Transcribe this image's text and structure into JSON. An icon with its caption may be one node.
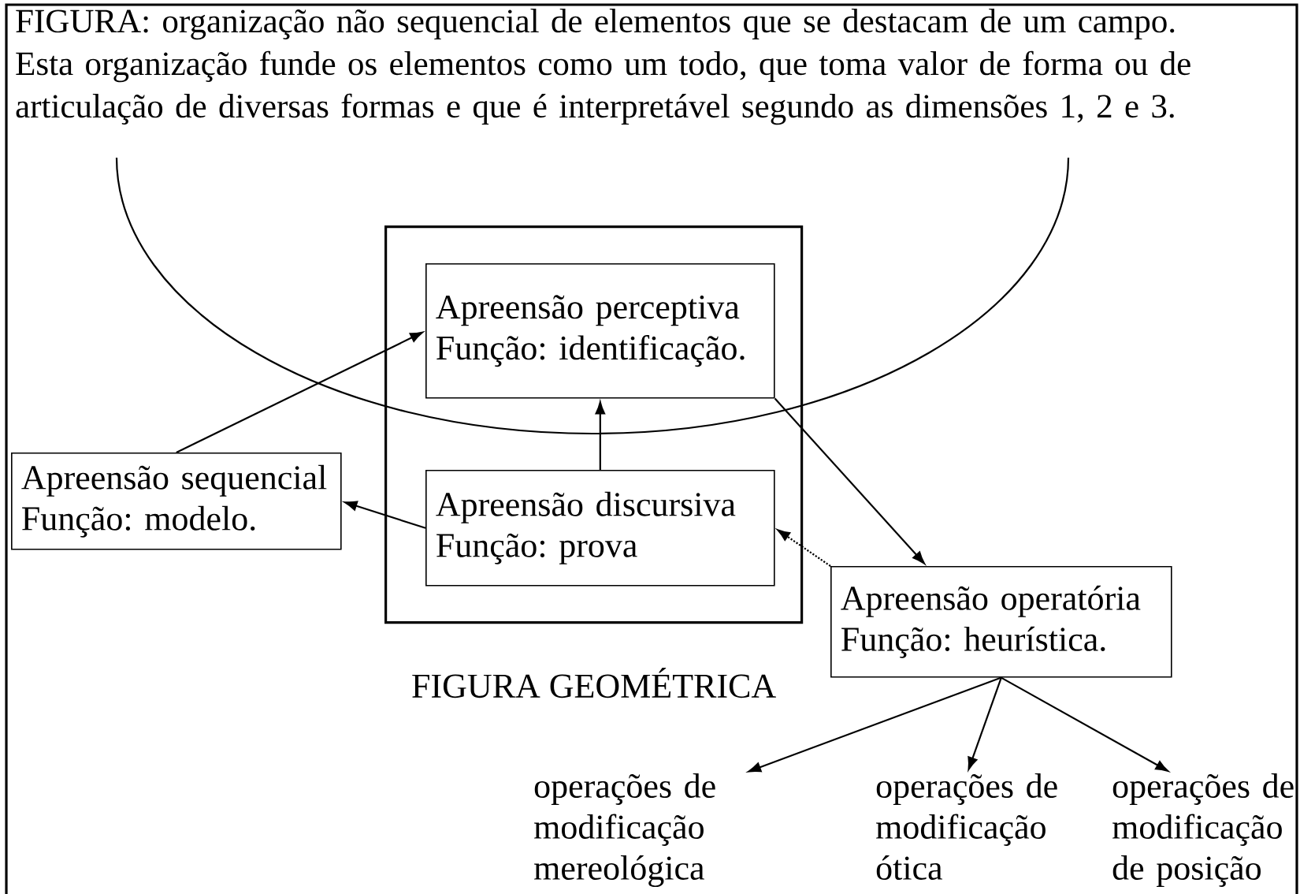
{
  "diagram": {
    "nodes": [
      {
        "text": [
          "FIGURA GEOMÉTRICA"
        ]
      },
      {
        "text": [
          "Apreensão perceptiva",
          "Função: identificação."
        ],
        "in": 0
      },
      {
        "text": [
          "Apreensão discursiva",
          "Função: prova"
        ],
        "in": 0
      },
      {
        "text": [
          "Apreensão sequencial",
          "Função: modelo."
        ]
      },
      {
        "text": [
          "Apreensão operatória",
          "Função: heurística."
        ]
      },
      {
        "text": [
          "operações de modificação mereológica"
        ]
      },
      {
        "text": [
          "operações de modificação ótica"
        ]
      },
      {
        "text": [
          "operações de modificação de posição"
        ]
      }
    ],
    "edges": [
      {
        "from": 3,
        "to": 1,
        "arrow": "to"
      },
      {
        "from": 2,
        "to": 1,
        "arrow": "to"
      },
      {
        "from": 2,
        "to": 3,
        "arrow": "to"
      },
      {
        "from": 1,
        "to": 4,
        "arrow": "to"
      },
      {
        "from": 4,
        "to": 2,
        "arrow": "to",
        "style": "dashed"
      },
      {
        "from": 4,
        "to": 5,
        "arrow": "to"
      },
      {
        "from": 4,
        "to": 6,
        "arrow": "to"
      },
      {
        "from": 4,
        "to": 7,
        "arrow": "to"
      }
    ],
    "labels": [
      "FIGURA: organização não sequencial de elementos que se destacam de um campo. Esta organização funde os elementos como um todo, que toma valor de forma ou de articulação de diversas formas e que é interpretável segundo as dimensões 1, 2 e 3."
    ]
  }
}
